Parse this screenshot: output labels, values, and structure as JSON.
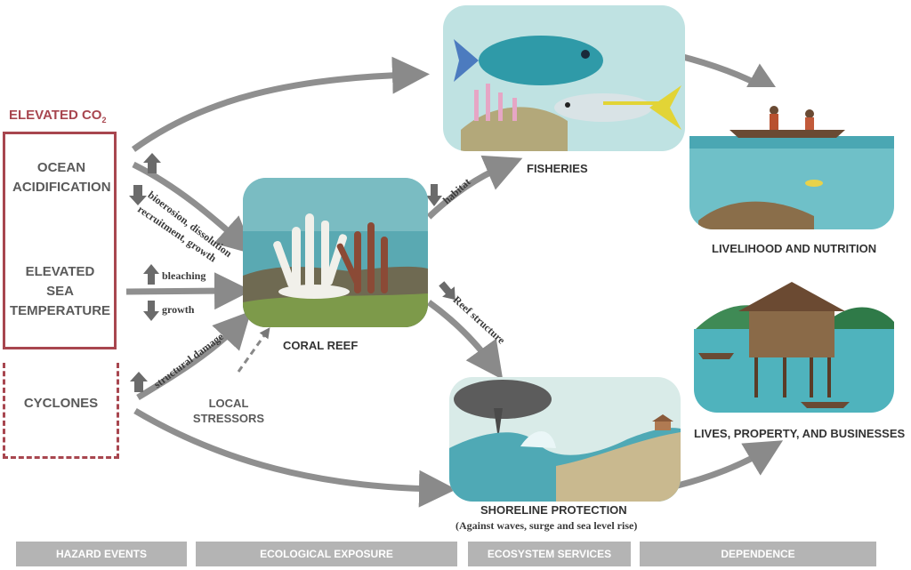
{
  "hazards": {
    "elevated_co2": "ELEVATED CO",
    "elevated_co2_sub": "2",
    "ocean_acidification_1": "OCEAN",
    "ocean_acidification_2": "ACIDIFICATION",
    "elevated_sea_temp_1": "ELEVATED",
    "elevated_sea_temp_2": "SEA",
    "elevated_sea_temp_3": "TEMPERATURE",
    "cyclones": "CYCLONES"
  },
  "arrow_labels": {
    "bioerosion": "bioerosion, dissolution",
    "recruitment": "recruitment, growth",
    "bleaching": "bleaching",
    "growth": "growth",
    "structural_damage": "structural damage",
    "habitat": "habitat",
    "reef_structure": "Reef structure"
  },
  "nodes": {
    "local_stressors_1": "LOCAL",
    "local_stressors_2": "STRESSORS",
    "coral_reef": "CORAL REEF",
    "fisheries": "FISHERIES",
    "livelihood": "LIVELIHOOD AND NUTRITION",
    "lives_property": "LIVES, PROPERTY, AND BUSINESSES",
    "shoreline": "SHORELINE PROTECTION",
    "shoreline_sub": "(Against waves,  surge and sea level rise)"
  },
  "footer": {
    "hazard_events": "HAZARD EVENTS",
    "ecological_exposure": "ECOLOGICAL EXPOSURE",
    "ecosystem_services": "ECOSYSTEM SERVICES",
    "dependence": "DEPENDENCE"
  },
  "colors": {
    "accent_red": "#a8464f",
    "arrow_gray": "#8a8a8a",
    "footer_gray": "#b4b4b4",
    "water": "#5fb4c0"
  }
}
